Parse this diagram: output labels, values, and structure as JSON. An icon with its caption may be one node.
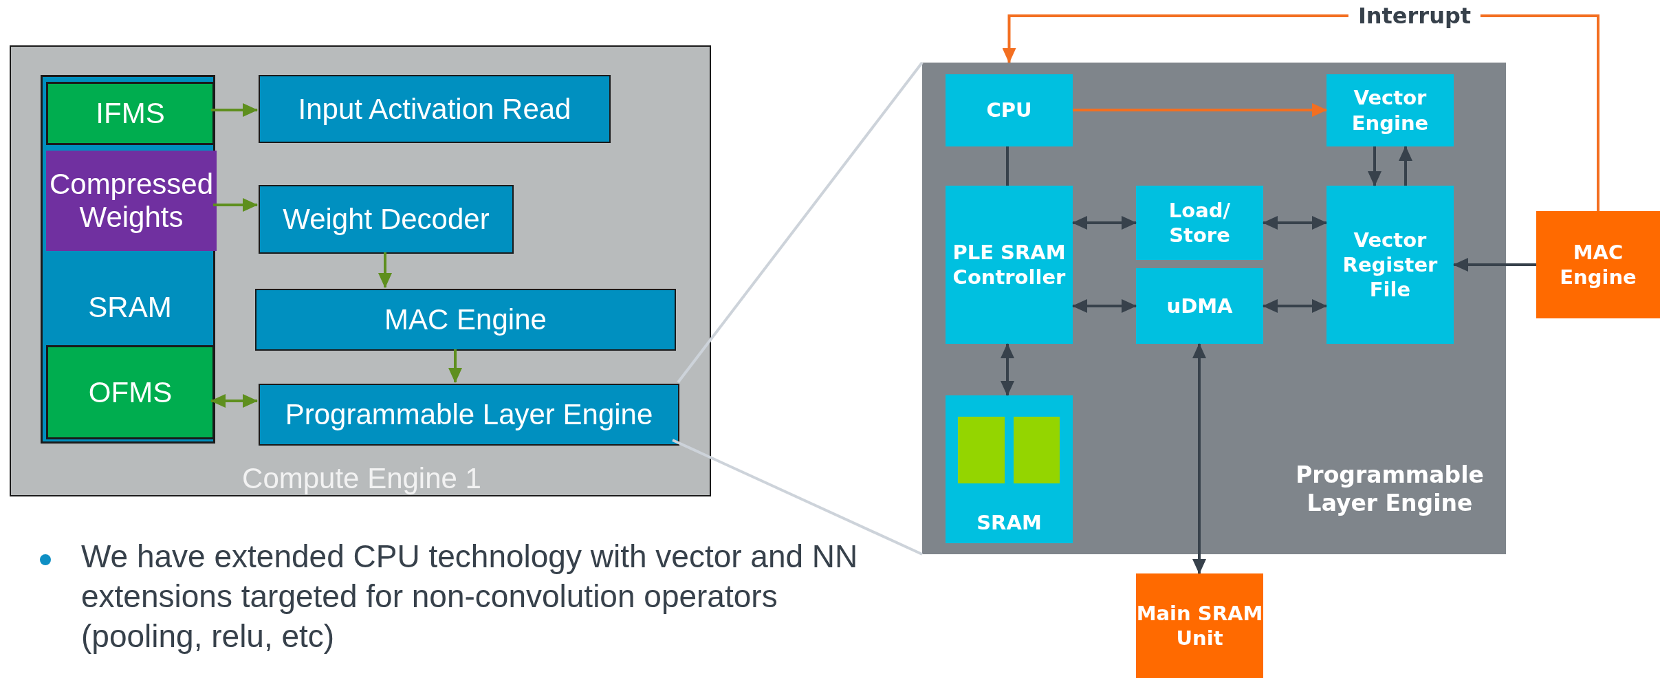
{
  "diagram": {
    "nodes": [
      {
        "text": [
          "Compute Engine 1"
        ]
      },
      {
        "text": [
          "SRAM"
        ],
        "in": 0
      },
      {
        "text": [
          "IFMS"
        ],
        "in": 1
      },
      {
        "text": [
          "Compressed Weights"
        ],
        "in": 1
      },
      {
        "text": [
          "OFMS"
        ],
        "in": 1
      },
      {
        "text": [
          "Input Activation Read"
        ],
        "in": 0
      },
      {
        "text": [
          "Weight Decoder"
        ],
        "in": 0
      },
      {
        "text": [
          "MAC Engine"
        ],
        "in": 0
      },
      {
        "text": [
          "Programmable Layer Engine"
        ],
        "in": 0
      },
      {
        "text": [
          "Programmable Layer Engine"
        ]
      },
      {
        "text": [
          "CPU"
        ],
        "in": 9
      },
      {
        "text": [
          "Vector Engine"
        ],
        "in": 9
      },
      {
        "text": [
          "PLE SRAM Controller"
        ],
        "in": 9
      },
      {
        "text": [
          "Load/ Store"
        ],
        "in": 9
      },
      {
        "text": [
          "Vector Register File"
        ],
        "in": 9
      },
      {
        "text": [
          "uDMA"
        ],
        "in": 9
      },
      {
        "text": [
          "SRAM"
        ],
        "in": 9
      },
      {
        "text": [
          "MAC Engine"
        ]
      },
      {
        "text": [
          "Main SRAM Unit"
        ]
      }
    ],
    "edges": [
      {
        "from": 2,
        "to": 5,
        "arrow": "to",
        "color": "#5e8f1e"
      },
      {
        "from": 3,
        "to": 6,
        "arrow": "to",
        "color": "#5e8f1e"
      },
      {
        "from": 6,
        "to": 7,
        "arrow": "to",
        "color": "#5e8f1e"
      },
      {
        "from": 7,
        "to": 8,
        "arrow": "to",
        "color": "#5e8f1e"
      },
      {
        "from": 4,
        "to": 8,
        "arrow": "both",
        "color": "#5e8f1e"
      },
      {
        "from": 8,
        "to": 9,
        "arrow": "none",
        "color": "#cdd3da"
      },
      {
        "from": 8,
        "to": 9,
        "arrow": "none",
        "color": "#cdd3da"
      },
      {
        "from": 17,
        "to": 10,
        "arrow": "to",
        "label": "Interrupt",
        "color": "#f36f21"
      },
      {
        "from": 10,
        "to": 11,
        "arrow": "to",
        "color": "#f36f21"
      },
      {
        "from": 10,
        "to": 12,
        "arrow": "none"
      },
      {
        "from": 11,
        "to": 14,
        "arrow": "to"
      },
      {
        "from": 14,
        "to": 11,
        "arrow": "to"
      },
      {
        "from": 12,
        "to": 13,
        "arrow": "both"
      },
      {
        "from": 12,
        "to": 15,
        "arrow": "both"
      },
      {
        "from": 13,
        "to": 14,
        "arrow": "both"
      },
      {
        "from": 15,
        "to": 14,
        "arrow": "both"
      },
      {
        "from": 17,
        "to": 14,
        "arrow": "to"
      },
      {
        "from": 12,
        "to": 16,
        "arrow": "both"
      },
      {
        "from": 15,
        "to": 18,
        "arrow": "both"
      }
    ],
    "labels": [
      "We have extended CPU technology with vector and NN extensions targeted for non-convolution operators (pooling, relu, etc)"
    ]
  }
}
